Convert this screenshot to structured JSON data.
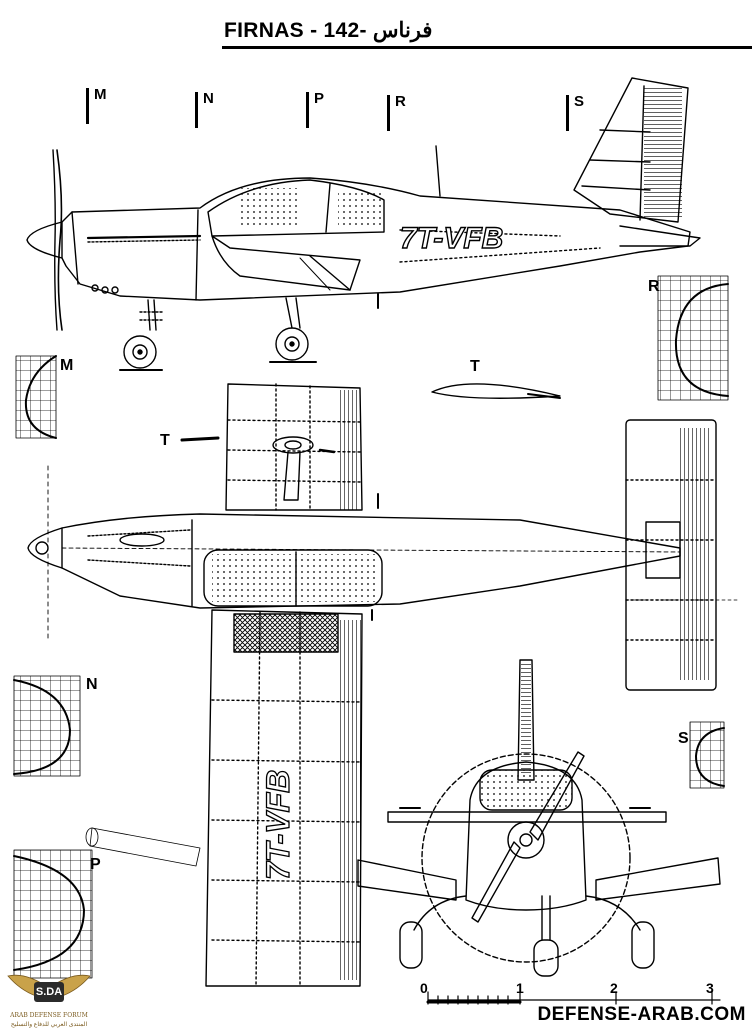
{
  "title": "FIRNAS - 142- فرناس",
  "stations": [
    "M",
    "N",
    "P",
    "R",
    "S"
  ],
  "sections": {
    "m": "M",
    "n": "N",
    "p": "P",
    "r": "R",
    "s": "S",
    "t": "T",
    "t_plan": "T"
  },
  "registration": "7T-VFB",
  "scale": {
    "zero": "0",
    "one": "1",
    "two": "2",
    "three": "3"
  },
  "footer": "DEFENSE-ARAB.COM",
  "logo": {
    "badge": "S.DA",
    "line1": "ARAB DEFENSE FORUM",
    "line2": "المنتدى العربي للدفاع والتسليح"
  }
}
